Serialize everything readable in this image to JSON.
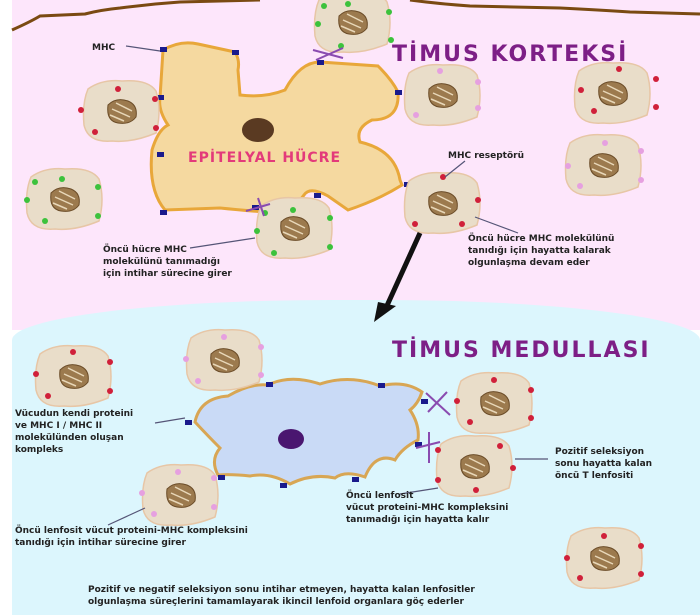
{
  "diagram": {
    "regions": {
      "cortex": {
        "title": "TİMUS KORTEKSİ",
        "background": "#fde6fb"
      },
      "medulla": {
        "title": "TİMUS MEDULLASI",
        "background": "#dcf6fd"
      }
    },
    "epithelial_cell": {
      "label": "EPİTELYAL HÜCRE",
      "fill": "#f5d9a0",
      "border": "#e8a73a",
      "label_color": "#e33a7a"
    },
    "medulla_cell": {
      "fill": "#c9daf6",
      "border": "#d8a654",
      "nucleus_color": "#4a1670"
    },
    "labels": {
      "mhc": "MHC",
      "mhc_receptor": "MHC reseptörü",
      "cortex_left_note": "Öncü hücre MHC\nmolekülünü tanımadığı\niçin intihar sürecine girer",
      "cortex_right_note": "Öncü hücre MHC molekülünü\ntanıdığı için hayatta kalarak\nolgunlaşma devam eder",
      "self_complex_note": "Vücudun kendi proteini\nve MHC I / MHC II\nmolekülünden oluşan\nkompleks",
      "positive_note": "Pozitif seleksiyon\nsonu hayatta kalan\nöncü T lenfositi",
      "survive_note": "Öncü lenfosit\nvücut proteini-MHC kompleksini\ntanımadığı için hayatta kalır",
      "suicide_note": "Öncü lenfosit vücut proteini-MHC kompleksini\ntanıdığı için intihar sürecine girer",
      "bottom_note": "Pozitif ve negatif seleksiyon sonu intihar etmeyen, hayatta kalan lenfositler\nolgunlaşma süreçlerini tamamlayarak ikincil lenfoid organlara göç ederler"
    },
    "colors": {
      "title": "#7d1f86",
      "lymphocyte_fill": "#e9ddc9",
      "receptor_green": "#3cc23c",
      "receptor_red": "#d0203a",
      "receptor_pink": "#e6a0e0",
      "mhc_blue": "#1a1a8c",
      "cross": "#8a4bb0",
      "arrow": "#111111",
      "top_border": "#7a4a12"
    }
  }
}
